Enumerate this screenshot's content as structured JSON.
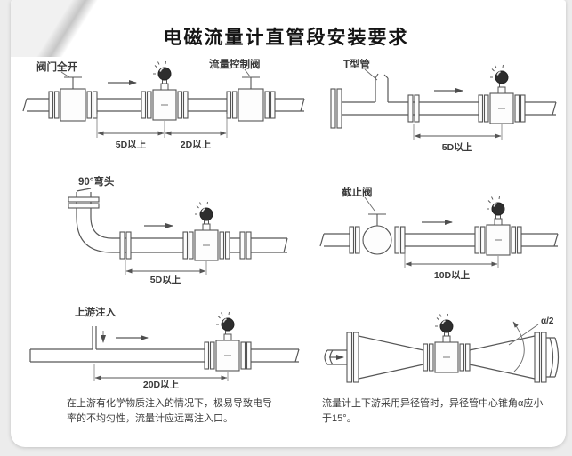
{
  "page": {
    "title": "电磁流量计直管段安装要求"
  },
  "colors": {
    "background": "#ececec",
    "page": "#ffffff",
    "line": "#555555",
    "title_text": "#141414"
  },
  "d1": {
    "valve_open": "阀门全开",
    "flow_control_valve": "流量控制阀",
    "dim_upstream": "5D以上",
    "dim_downstream": "2D以上"
  },
  "d2": {
    "t_pipe": "T型管",
    "dim": "5D以上"
  },
  "d3": {
    "elbow": "90°弯头",
    "dim": "5D以上"
  },
  "d4": {
    "stop_valve": "截止阀",
    "dim": "10D以上"
  },
  "d5": {
    "injection": "上游注入",
    "dim": "20D以上",
    "caption": "在上游有化学物质注入的情况下，极易导致电导率的不均匀性，流量计应远离注入口。"
  },
  "d6": {
    "angle": "α/2",
    "caption": "流量计上下游采用异径管时，异径管中心锥角α应小于15°。"
  }
}
